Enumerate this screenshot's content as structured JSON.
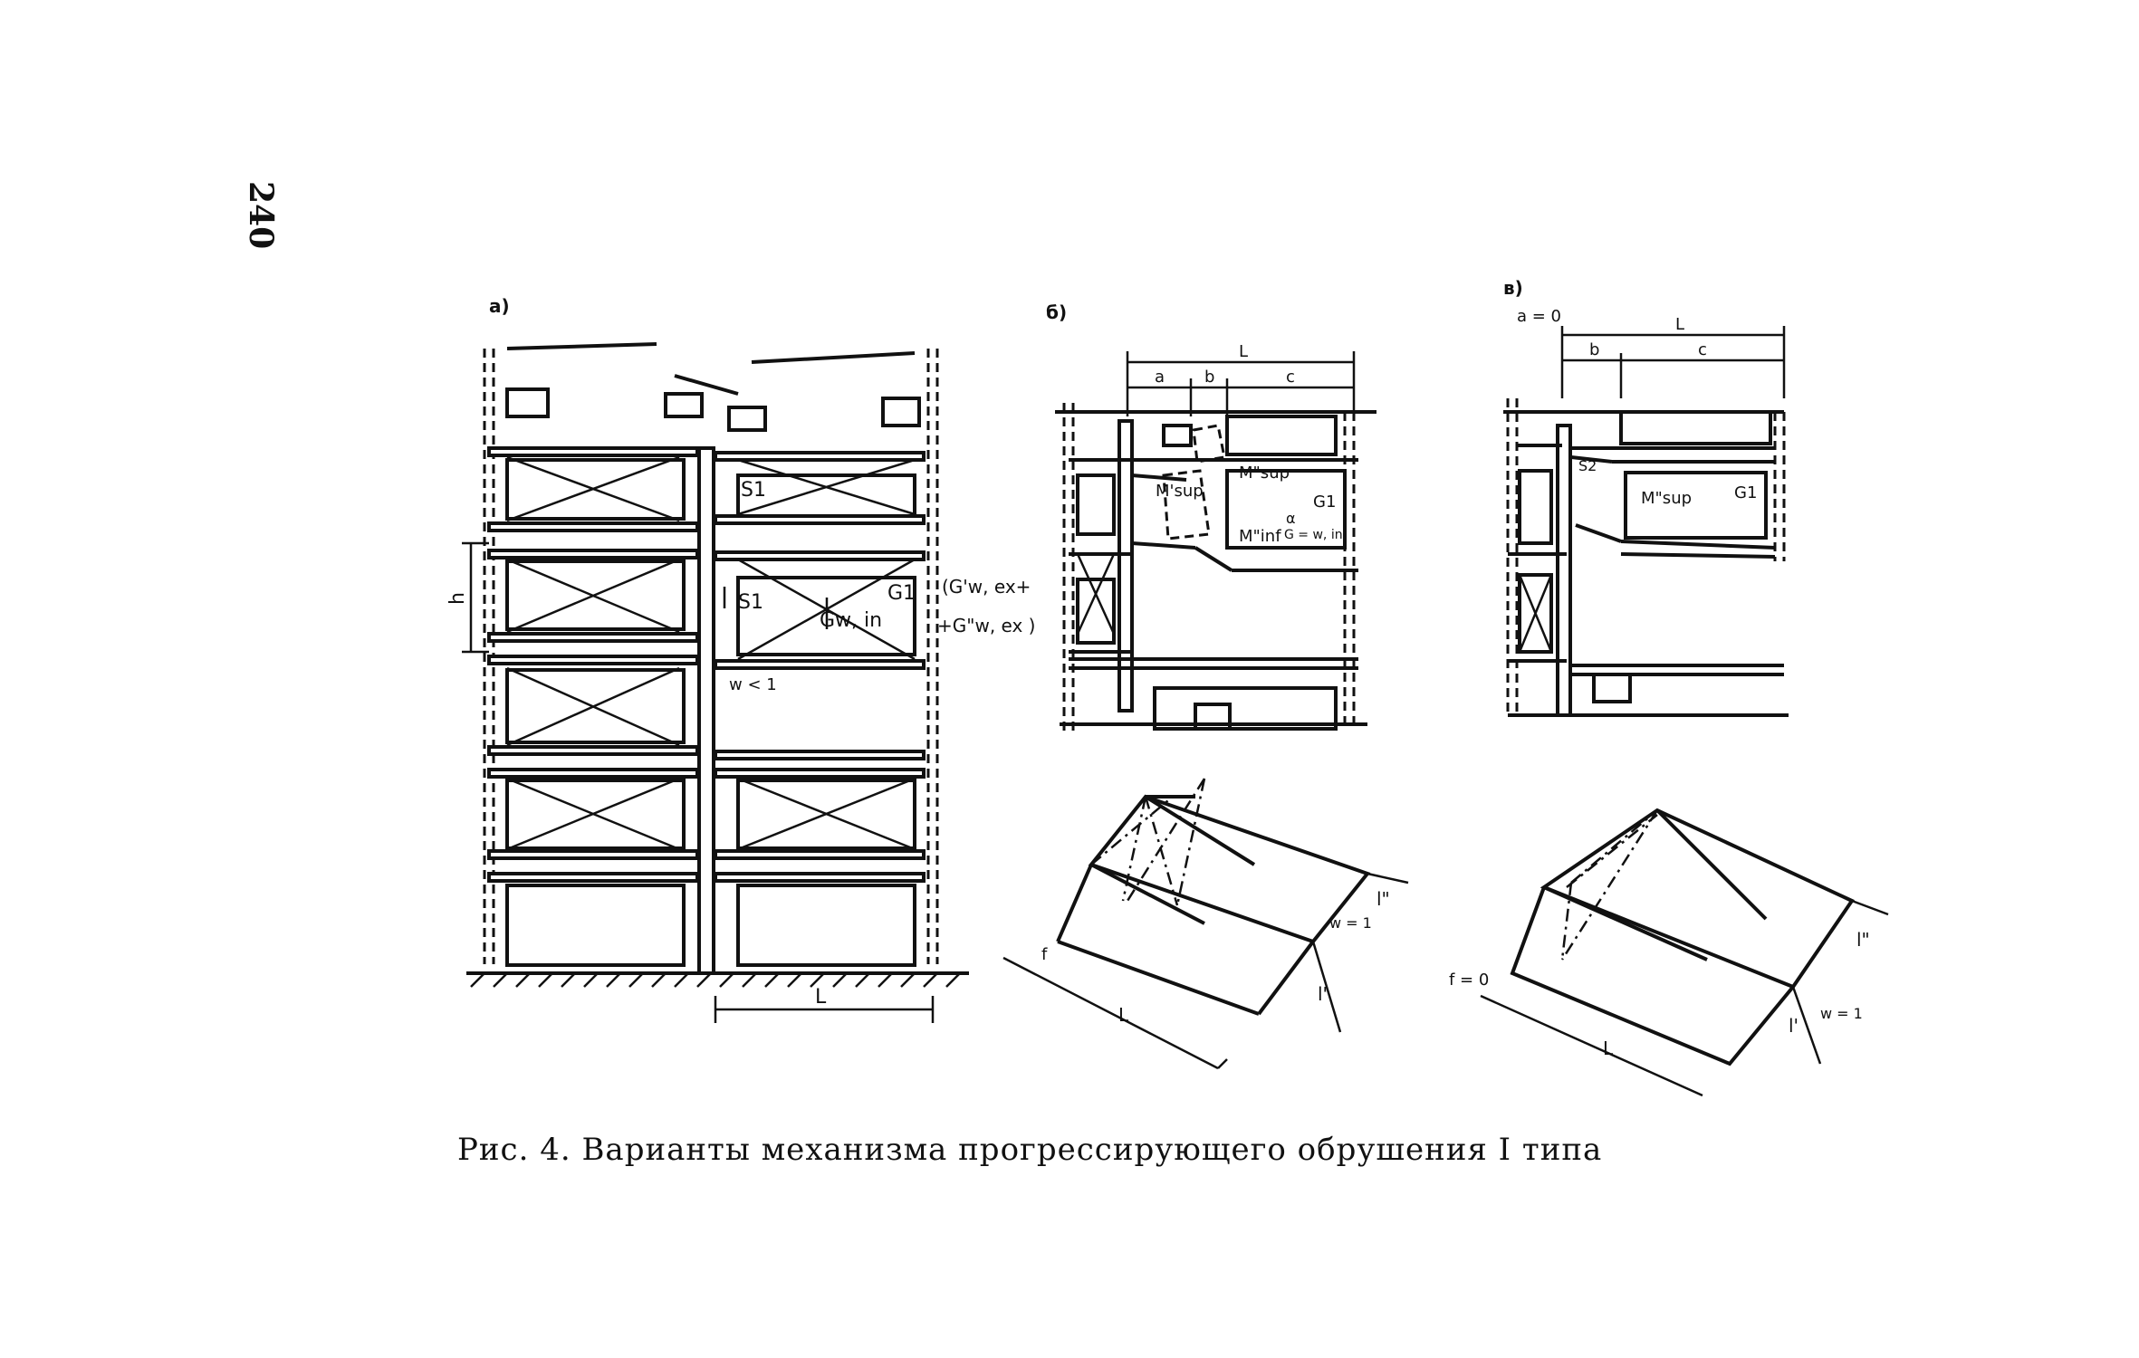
{
  "page": {
    "number": "240",
    "caption": "Рис. 4. Варианты механизма прогрессирующего обрушения I типа"
  },
  "figure": {
    "panel_a": {
      "label": "а)",
      "labels": {
        "h": "h",
        "s1_top": "S1",
        "s1_mid": "S1",
        "g1": "G1",
        "g_w_in": "Gw, in",
        "g_w_ex_1": "(G'w, ex+",
        "g_w_ex_2": "+G\"w, ex )",
        "w": "w < 1",
        "L": "L"
      }
    },
    "panel_b": {
      "label": "б)",
      "labels": {
        "L": "L",
        "a": "a",
        "b": "b",
        "c": "c",
        "m_sup_left": "M'sup",
        "m_sup_right": "M\"sup",
        "m_inf": "M\"inf",
        "alpha": "α",
        "g1": "G1",
        "g_w_in": "G = w, in",
        "plan_f": "f",
        "plan_L": "L",
        "plan_l1": "l'",
        "plan_l2": "l\"",
        "plan_w": "w = 1"
      }
    },
    "panel_c": {
      "label": "в)",
      "labels": {
        "a0": "a = 0",
        "L": "L",
        "b": "b",
        "c": "c",
        "s2": "S2",
        "m_sup": "M\"sup",
        "g1": "G1",
        "plan_f0": "f = 0",
        "plan_L": "L",
        "plan_l1": "l'",
        "plan_l2": "l\"",
        "plan_w": "w = 1"
      }
    }
  }
}
